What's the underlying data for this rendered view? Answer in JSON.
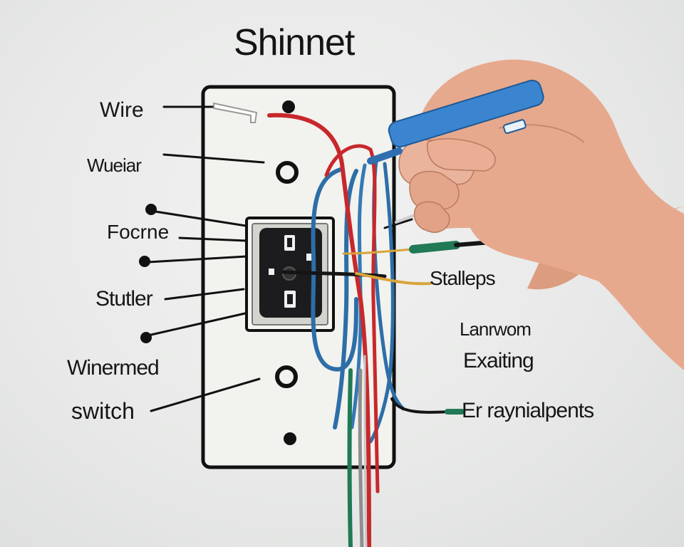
{
  "title": "Shinnet",
  "labels": {
    "left": [
      "Wire",
      "Wueiar",
      "Focrne",
      "Stutler",
      "Winermed",
      "switch"
    ],
    "right": [
      "Stalleps",
      "Lanrwom",
      "Exaiting",
      "Er raynialpents"
    ]
  },
  "colors": {
    "background": "#e8e9e8",
    "plate": "#f2f2ee",
    "outline": "#111111",
    "wire_red": "#c8282b",
    "wire_blue": "#2d6ea8",
    "wire_green": "#1f7a55",
    "wire_yellow": "#d9a43a",
    "tool_blue": "#3b84d0",
    "skin": "#e7a98d"
  },
  "icons": [
    "outlet-icon",
    "screwdriver-icon",
    "hand-icon"
  ]
}
